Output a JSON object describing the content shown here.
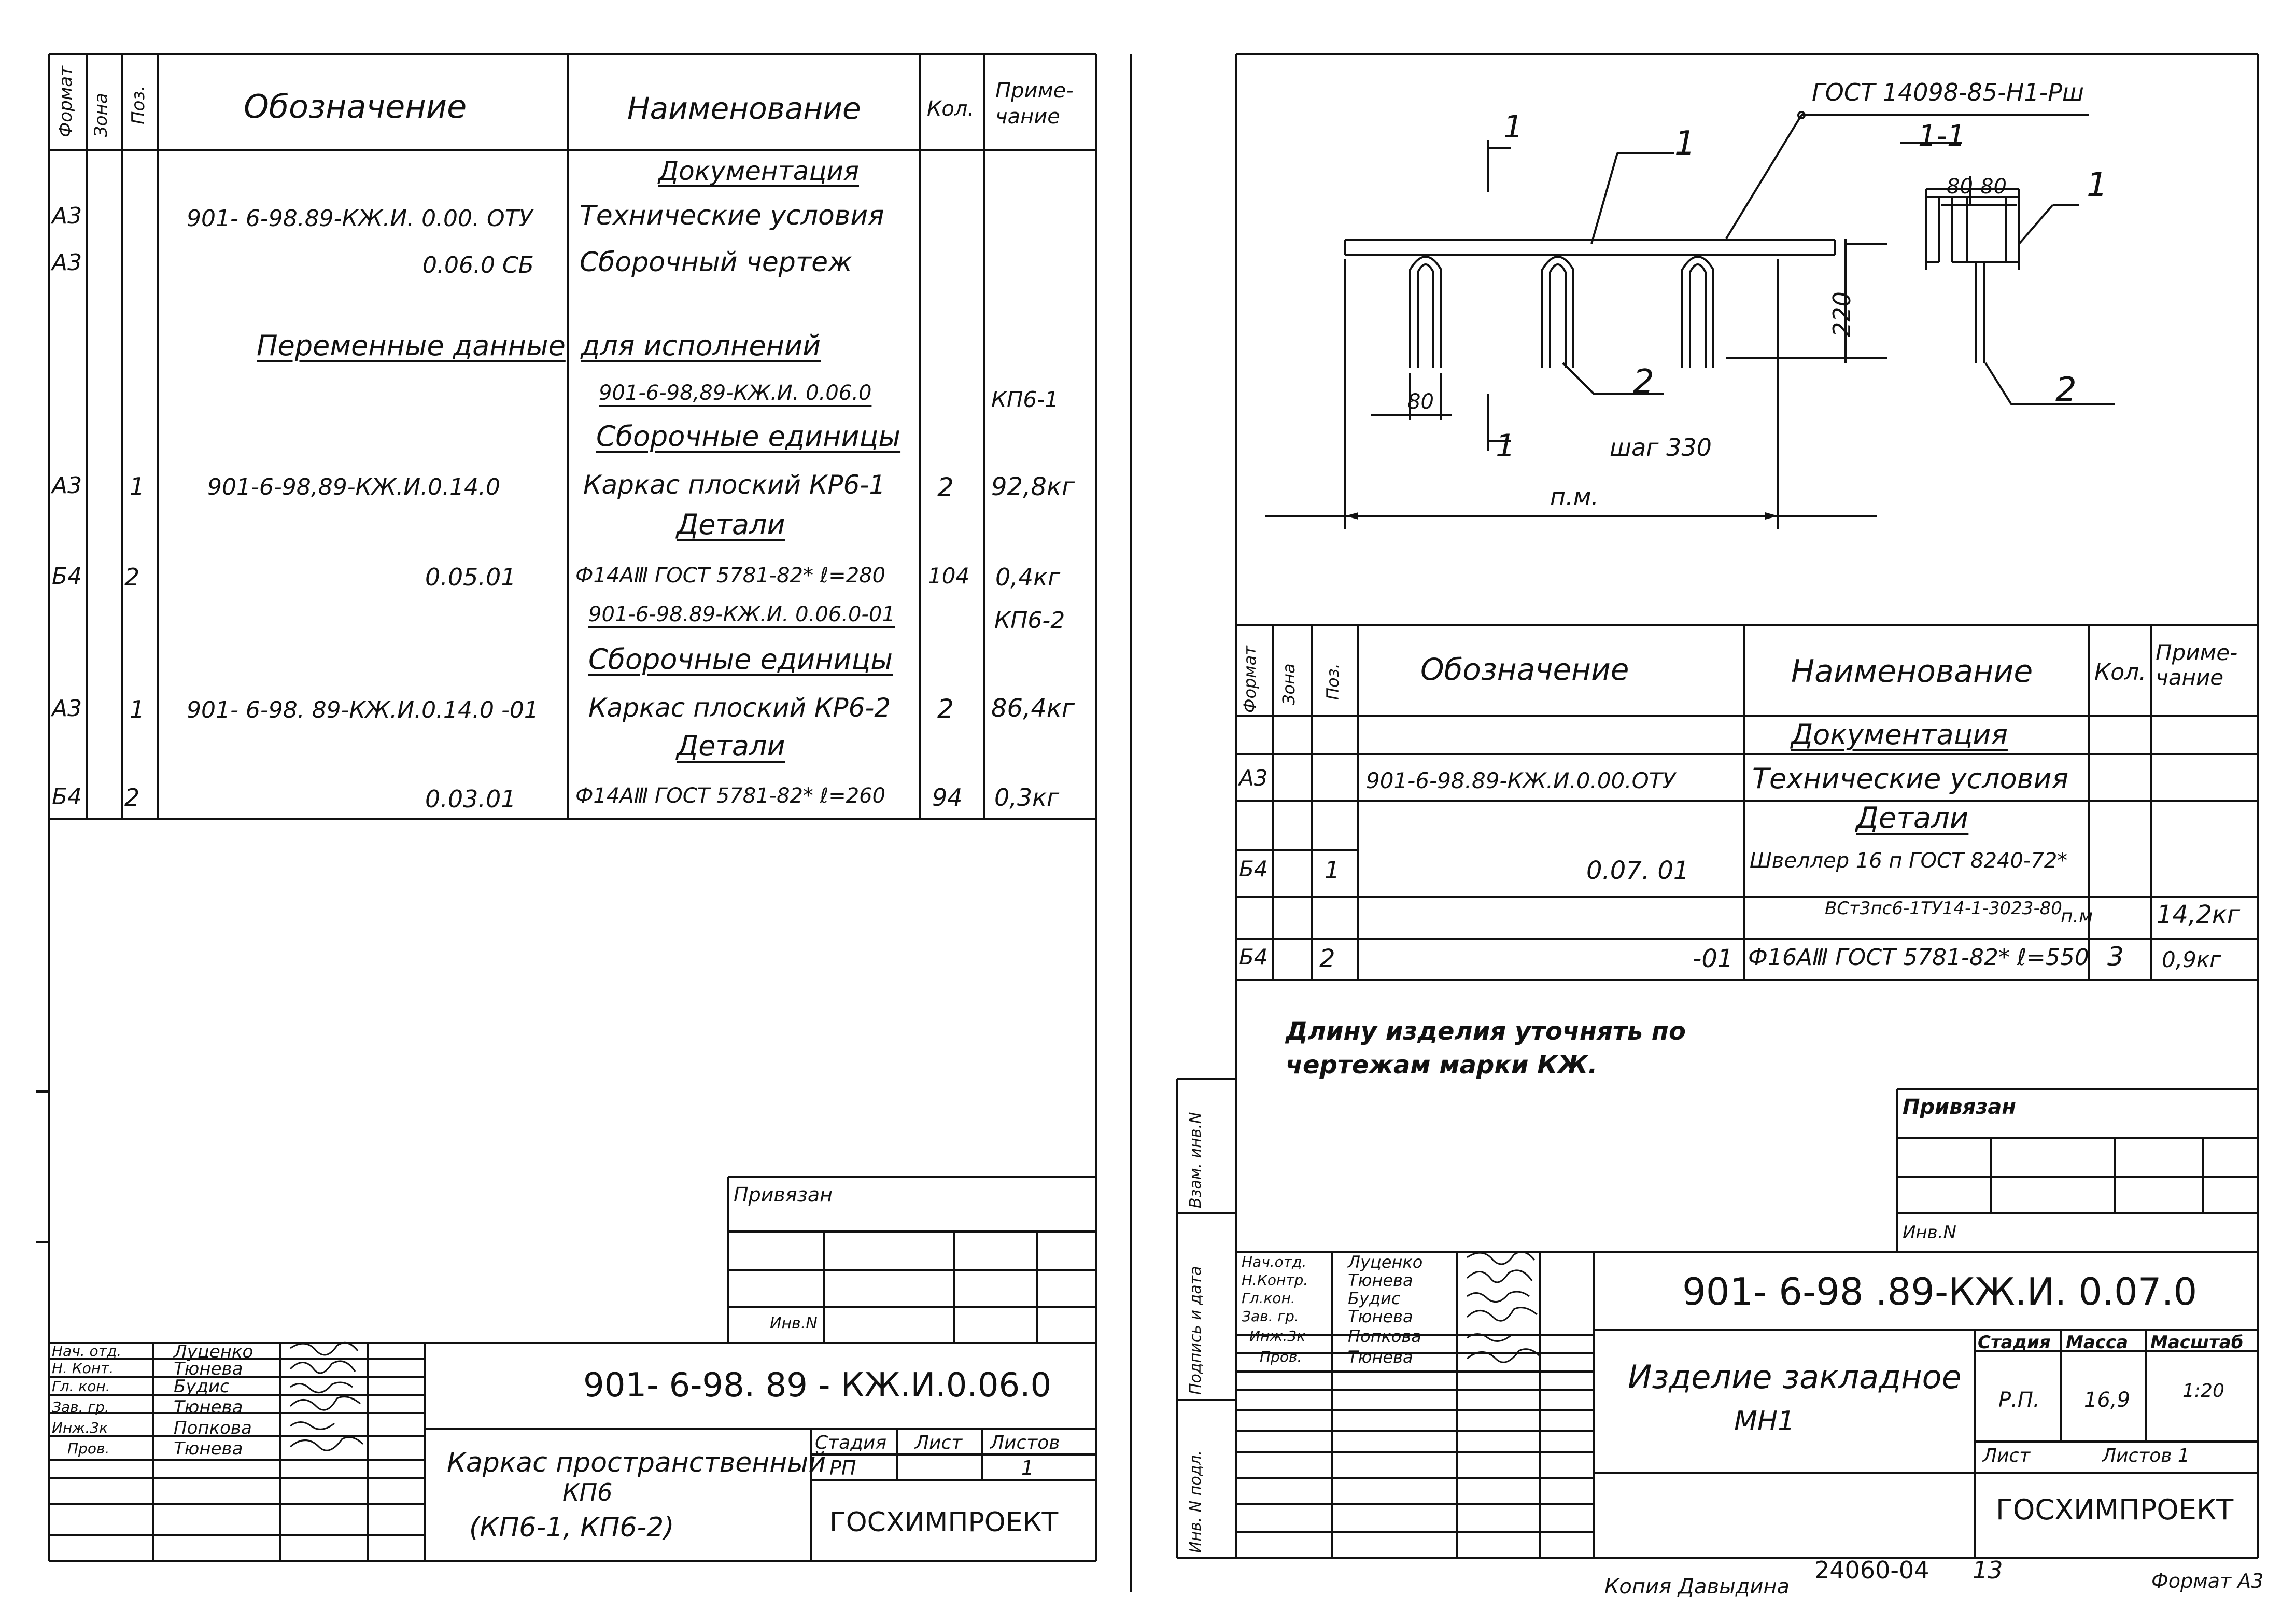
{
  "left_sheet": {
    "headers": {
      "format": "Формат",
      "zone": "Зона",
      "pos": "Поз.",
      "designation": "Обозначение",
      "name": "Наименование",
      "qty": "Кол.",
      "note": "Приме-\nчание"
    },
    "rows": [
      {
        "name": "Документация"
      },
      {
        "format": "А3",
        "designation": "901- 6-98.89-КЖ.И. 0.00. ОТУ",
        "name": "Технические условия"
      },
      {
        "format": "А3",
        "designation": "0.06.0 СБ",
        "name": "Сборочный   чертеж"
      },
      {
        "designation": "Переменные  данные",
        "name": "для   исполнений"
      },
      {
        "name": "901-6-98,89-КЖ.И. 0.06.0",
        "note": "КП6-1"
      },
      {
        "name": "Сборочные  единицы"
      },
      {
        "format": "А3",
        "pos": "1",
        "designation": "901-6-98,89-КЖ.И.0.14.0",
        "name": "Каркас плоский  КР6-1",
        "qty": "2",
        "note": "92,8кг"
      },
      {
        "name": "Детали"
      },
      {
        "format": "Б4",
        "pos": "2",
        "designation": "0.05.01",
        "name": "Ф14АⅢ ГОСТ 5781-82* ℓ=280",
        "qty": "104",
        "note": "0,4кг"
      },
      {
        "name": "901-6-98.89-КЖ.И. 0.06.0-01",
        "note": "КП6-2"
      },
      {
        "name": "Сборочные  единицы"
      },
      {
        "format": "А3",
        "pos": "1",
        "designation": "901- 6-98. 89-КЖ.И.0.14.0 -01",
        "name": "Каркас плоский  КР6-2",
        "qty": "2",
        "note": "86,4кг"
      },
      {
        "name": "Детали"
      },
      {
        "format": "Б4",
        "pos": "2",
        "designation": "0.03.01",
        "name": "Ф14АⅢ ГОСТ 5781-82* ℓ=260",
        "qty": "94",
        "note": "0,3кг"
      }
    ],
    "privyazan": "Привязан",
    "inv": "Инв.N",
    "code": "901- 6-98. 89 - КЖ.И.0.06.0",
    "title_line1": "Каркас пространственный",
    "title_line2": "КП6",
    "title_line3": "(КП6-1, КП6-2)",
    "stage_h": "Стадия",
    "sheet_h": "Лист",
    "sheets_h": "Листов",
    "stage": "РП",
    "sheets": "1",
    "org": "ГОСХИМПРОЕКТ",
    "roles": [
      "Нач. отд.",
      "Н. Конт.",
      "Гл. кон.",
      "Зав. гр.",
      "Инж.3к",
      "Пров."
    ],
    "names": [
      "Луценко",
      "Тюнева",
      "Будис",
      "Тюнева",
      "Попкова",
      "Тюнева"
    ]
  },
  "right_sheet": {
    "sketch": {
      "gost": "ГОСТ 14098-85-Н1-Рш",
      "sec_mark": "1",
      "sec_title": "1-1",
      "pos1": "1",
      "pos2": "2",
      "dim80": "80",
      "dim80b": "80",
      "dim220": "220",
      "step": "шаг 330",
      "length": "п.м."
    },
    "headers": {
      "format": "Формат",
      "zone": "Зона",
      "pos": "Поз.",
      "designation": "Обозначение",
      "name": "Наименование",
      "qty": "Кол.",
      "note": "Приме-\nчание"
    },
    "rows": [
      {
        "name": "Документация"
      },
      {
        "format": "А3",
        "designation": "901-6-98.89-КЖ.И.0.00.ОТУ",
        "name": "Технические условия"
      },
      {
        "name": "Детали"
      },
      {
        "format": "Б4",
        "pos": "1",
        "designation": "0.07. 01",
        "name": "Швеллер  16 п ГОСТ 8240-72*",
        "name2": "ВСт3пс6-1ТУ14-1-3023-80",
        "qty": "п.м",
        "note": "14,2кг"
      },
      {
        "format": "Б4",
        "pos": "2",
        "designation": "-01",
        "name": "Ф16АⅢ ГОСТ 5781-82* ℓ=550",
        "qty": "3",
        "note": "0,9кг"
      }
    ],
    "note_line1": "Длину  изделия  уточнять  по",
    "note_line2": "чертежам  марки  КЖ.",
    "privyazan": "Привязан",
    "inv": "Инв.N",
    "side_labels": [
      "Инв. N подл.",
      "Подпись и дата",
      "Взам. инв.N"
    ],
    "code": "901- 6-98 .89-КЖ.И. 0.07.0",
    "title_line1": "Изделие закладное",
    "title_line2": "МН1",
    "stage_h": "Стадия",
    "mass_h": "Масса",
    "scale_h": "Масштаб",
    "stage": "Р.П.",
    "mass": "16,9",
    "scale": "1:20",
    "sheet_h": "Лист",
    "sheets_h": "Листов 1",
    "org": "ГОСХИМПРОЕКТ",
    "roles": [
      "Нач.отд.",
      "Н.Контр.",
      "Гл.кон.",
      "Зав. гр.",
      "Инж.3к",
      "Пров."
    ],
    "names": [
      "Луценко",
      "Тюнева",
      "Будис",
      "Тюнева",
      "Попкова",
      "Тюнева"
    ]
  },
  "footer": {
    "copied": "Копия   Давыдина",
    "archive": "24060-04",
    "sheet_no": "13",
    "format": "Формат А3"
  }
}
